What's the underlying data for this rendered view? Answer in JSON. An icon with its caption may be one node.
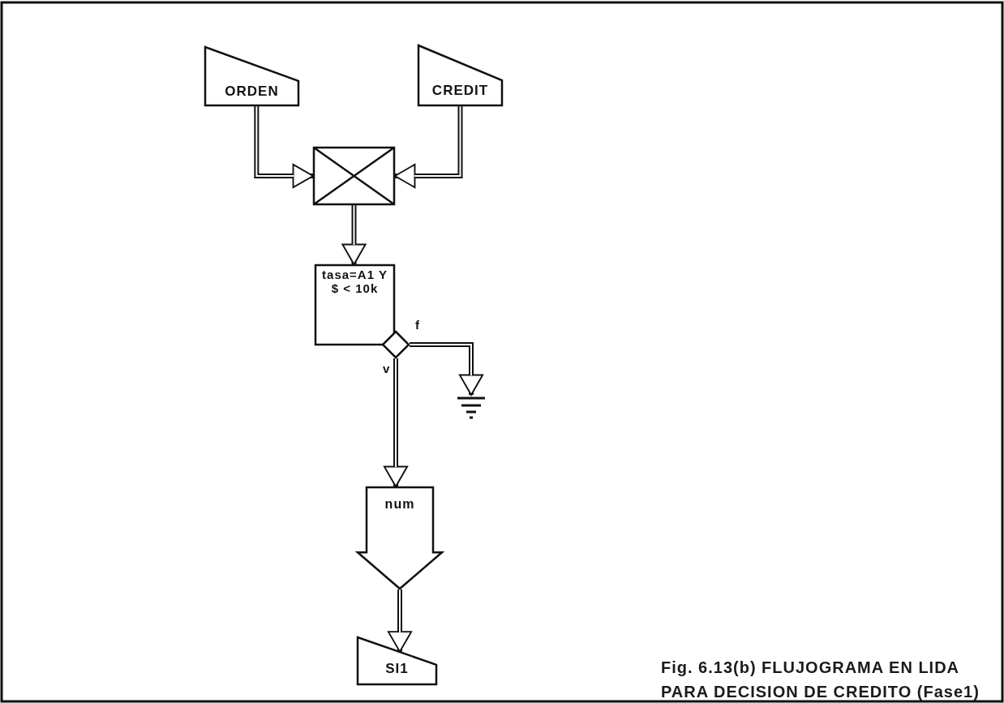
{
  "diagram": {
    "caption": "Fig. 6.13(b) FLUJOGRAMA EN LIDA PARA DECISION DE CREDITO (Fase1)",
    "nodes": [
      {
        "text": [
          "ORDEN"
        ]
      },
      {
        "text": [
          "CREDIT"
        ]
      },
      {
        "text": [],
        "shape": "box"
      },
      {
        "text": [
          "tasa=A1 Y $ < 10k"
        ]
      },
      {
        "text": [],
        "shape": "diamond"
      },
      {
        "text": [],
        "shape": "ground"
      },
      {
        "text": [
          "num"
        ]
      },
      {
        "text": [
          "SI1"
        ]
      }
    ],
    "edges": [
      {
        "from": 0,
        "to": 2,
        "arrow": "to"
      },
      {
        "from": 1,
        "to": 2,
        "arrow": "to"
      },
      {
        "from": 2,
        "to": 3,
        "arrow": "to"
      },
      {
        "from": 4,
        "to": 5,
        "label": "f",
        "arrow": "to"
      },
      {
        "from": 4,
        "to": 6,
        "label": "v",
        "arrow": "to"
      },
      {
        "from": 6,
        "to": 7,
        "arrow": "to"
      }
    ]
  }
}
